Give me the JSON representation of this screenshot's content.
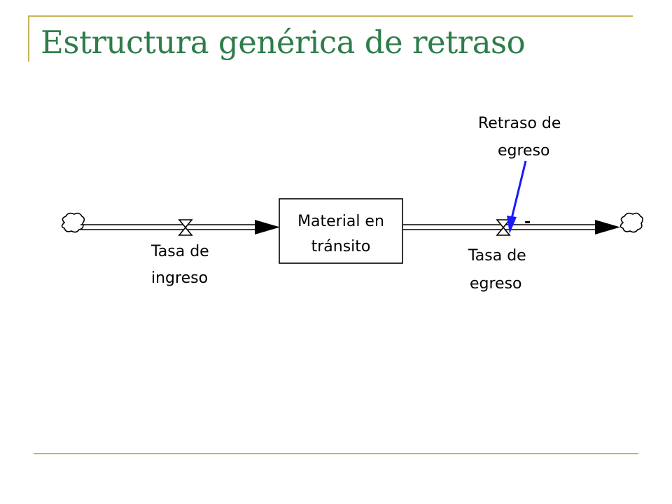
{
  "slide": {
    "title": "Estructura genérica de retraso"
  },
  "diagram": {
    "stock": {
      "line1": "Material en",
      "line2": "tránsito"
    },
    "inflow": {
      "line1": "Tasa de",
      "line2": "ingreso"
    },
    "outflow": {
      "line1": "Tasa de",
      "line2": "egreso"
    },
    "auxiliary": {
      "line1": "Retraso de",
      "line2": "egreso"
    },
    "link_polarity": "-",
    "colors": {
      "title": "#2e7d4a",
      "rule": "#c8b458",
      "link": "#1a1aff",
      "flow": "#000000"
    }
  }
}
